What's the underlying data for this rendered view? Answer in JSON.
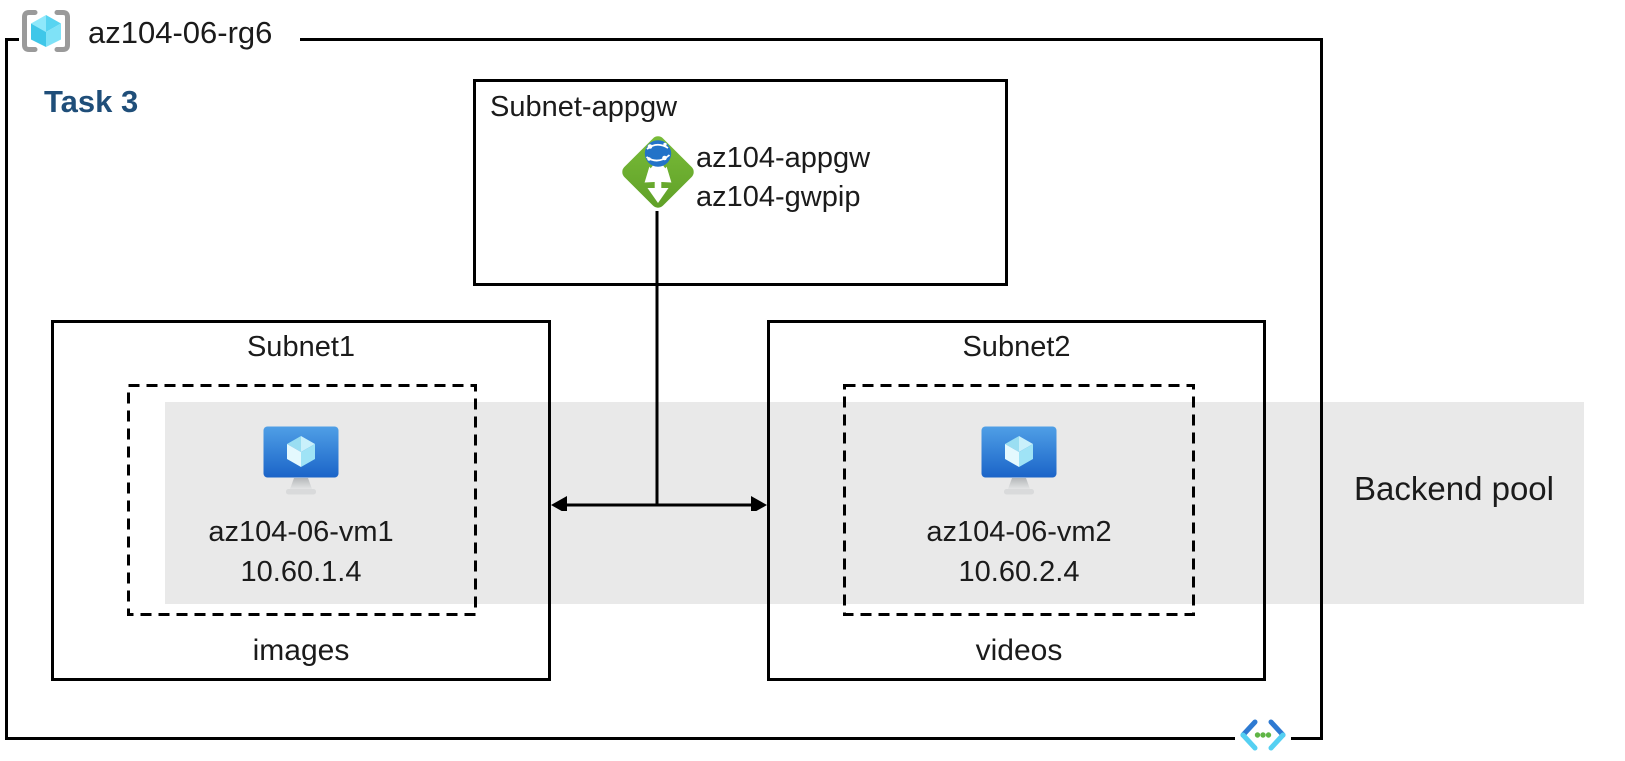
{
  "resource_group": {
    "name": "az104-06-rg6"
  },
  "task_label": "Task 3",
  "appgw_subnet": {
    "label": "Subnet-appgw",
    "gateway_name": "az104-appgw",
    "public_ip_name": "az104-gwpip"
  },
  "subnet1": {
    "label": "Subnet1",
    "vm_name": "az104-06-vm1",
    "vm_ip": "10.60.1.4",
    "share_label": "images"
  },
  "subnet2": {
    "label": "Subnet2",
    "vm_name": "az104-06-vm2",
    "vm_ip": "10.60.2.4",
    "share_label": "videos"
  },
  "backend_pool_label": "Backend pool",
  "icons": {
    "resource_group": "brackets-cube-icon",
    "application_gateway": "green-diamond-arrows-globe-icon",
    "virtual_machine": "monitor-cube-icon",
    "virtual_network": "angle-brackets-dots-icon"
  },
  "colors": {
    "backend_pool_band": "#e9e9e9",
    "task_text": "#1f4e79",
    "diagram_border": "#000000",
    "appgw_green": "#6cac30",
    "globe_blue": "#2373c8",
    "vm_screen_top": "#4f9fe6",
    "vm_screen_bottom": "#1b64c8",
    "rg_cube_cyan": "#58d4f1",
    "vnet_chevron_dark": "#2e7ad2",
    "vnet_chevron_light": "#55d0f2",
    "vnet_dot_green": "#5fb546"
  }
}
